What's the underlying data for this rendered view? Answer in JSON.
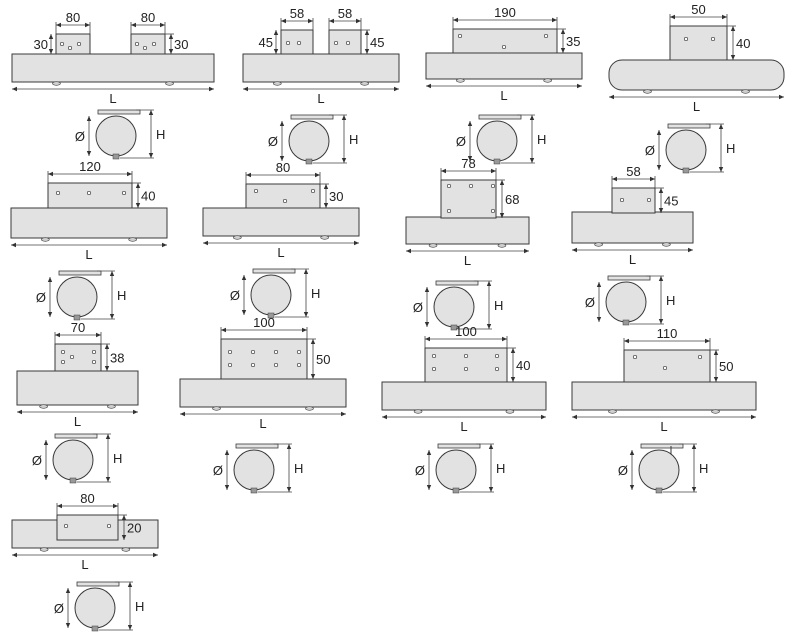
{
  "colors": {
    "fill": "#e2e2e2",
    "stroke": "#3a3a3a",
    "dimline": "#444444",
    "background": "#ffffff"
  },
  "symbols": {
    "length": "L",
    "height": "H",
    "diameter": "Ø"
  },
  "items": [
    {
      "id": "r1c1",
      "plates": [
        {
          "w": "80",
          "h": "30"
        },
        {
          "w": "80",
          "h": "30"
        }
      ]
    },
    {
      "id": "r1c2",
      "plates": [
        {
          "w": "58",
          "h": "45"
        },
        {
          "w": "58",
          "h": "45"
        }
      ]
    },
    {
      "id": "r1c3",
      "plates": [
        {
          "w": "190",
          "h": "35"
        }
      ]
    },
    {
      "id": "r1c4",
      "plates": [
        {
          "w": "50",
          "h": "40"
        }
      ]
    },
    {
      "id": "r2c1",
      "plates": [
        {
          "w": "120",
          "h": "40"
        }
      ]
    },
    {
      "id": "r2c2",
      "plates": [
        {
          "w": "80",
          "h": "30"
        }
      ]
    },
    {
      "id": "r2c3",
      "plates": [
        {
          "w": "78",
          "h": "68"
        }
      ]
    },
    {
      "id": "r2c4",
      "plates": [
        {
          "w": "58",
          "h": "45"
        }
      ]
    },
    {
      "id": "r3c1",
      "plates": [
        {
          "w": "70",
          "h": "38"
        }
      ]
    },
    {
      "id": "r3c2",
      "plates": [
        {
          "w": "100",
          "h": "50"
        }
      ]
    },
    {
      "id": "r3c3",
      "plates": [
        {
          "w": "100",
          "h": "40"
        }
      ]
    },
    {
      "id": "r3c4",
      "plates": [
        {
          "w": "110",
          "h": "50"
        }
      ]
    },
    {
      "id": "r4c1",
      "plates": [
        {
          "w": "80",
          "h": "20"
        }
      ]
    }
  ]
}
